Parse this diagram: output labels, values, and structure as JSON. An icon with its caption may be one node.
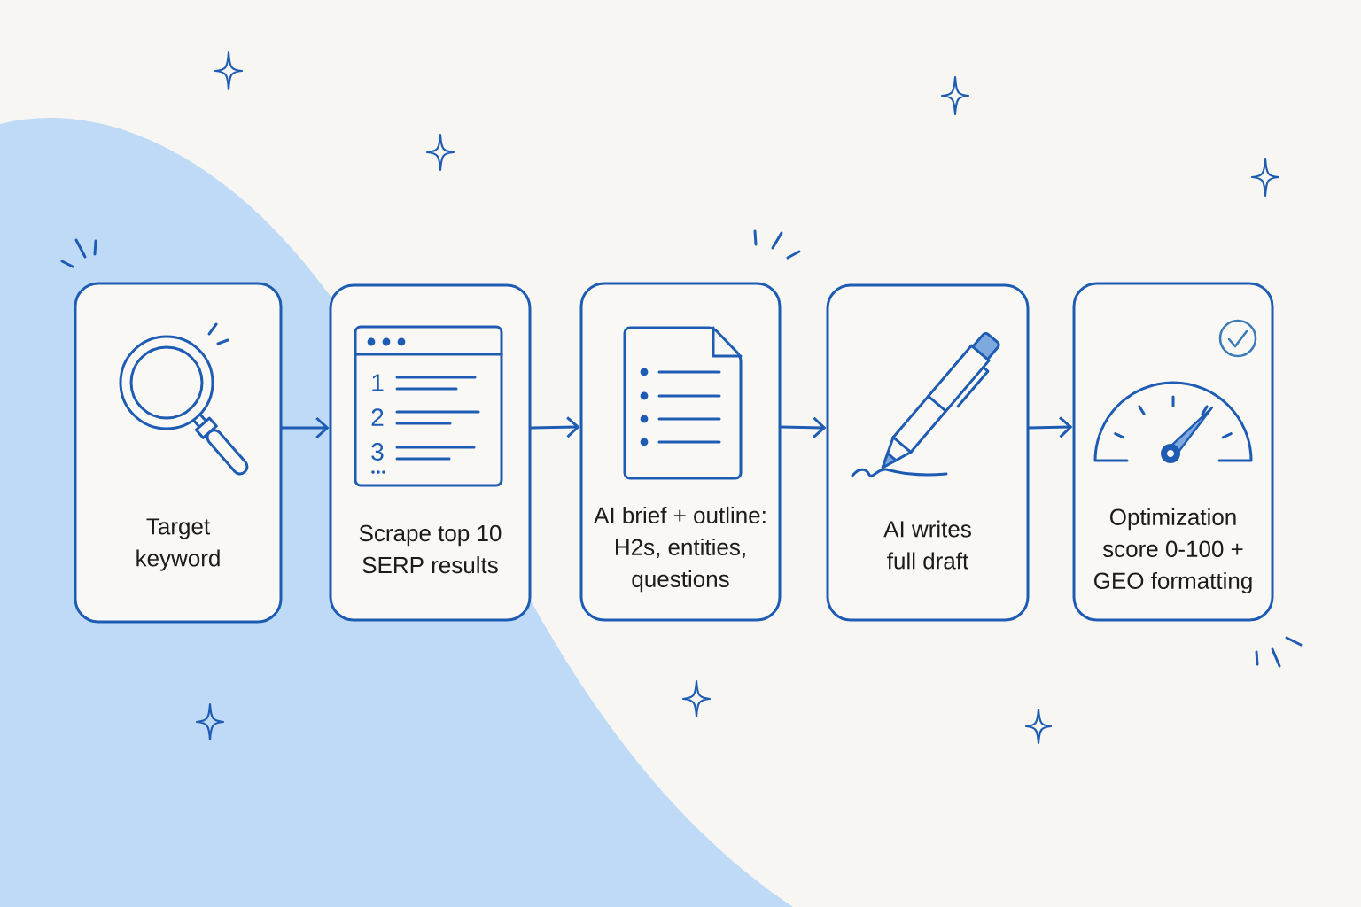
{
  "diagram": {
    "nodes": [
      {
        "text": [
          "Target keyword"
        ]
      },
      {
        "text": [
          "Scrape top 10 SERP results"
        ]
      },
      {
        "text": [
          "AI brief + outline: H2s, entities, questions"
        ]
      },
      {
        "text": [
          "AI writes full draft"
        ]
      },
      {
        "text": [
          "Optimization score 0-100 + GEO formatting"
        ]
      }
    ],
    "edges": [
      {
        "from": 0,
        "to": 1,
        "arrow": "to"
      },
      {
        "from": 1,
        "to": 2,
        "arrow": "to"
      },
      {
        "from": 2,
        "to": 3,
        "arrow": "to"
      },
      {
        "from": 3,
        "to": 4,
        "arrow": "to"
      }
    ],
    "labels": [
      "1",
      "2",
      "3"
    ]
  }
}
